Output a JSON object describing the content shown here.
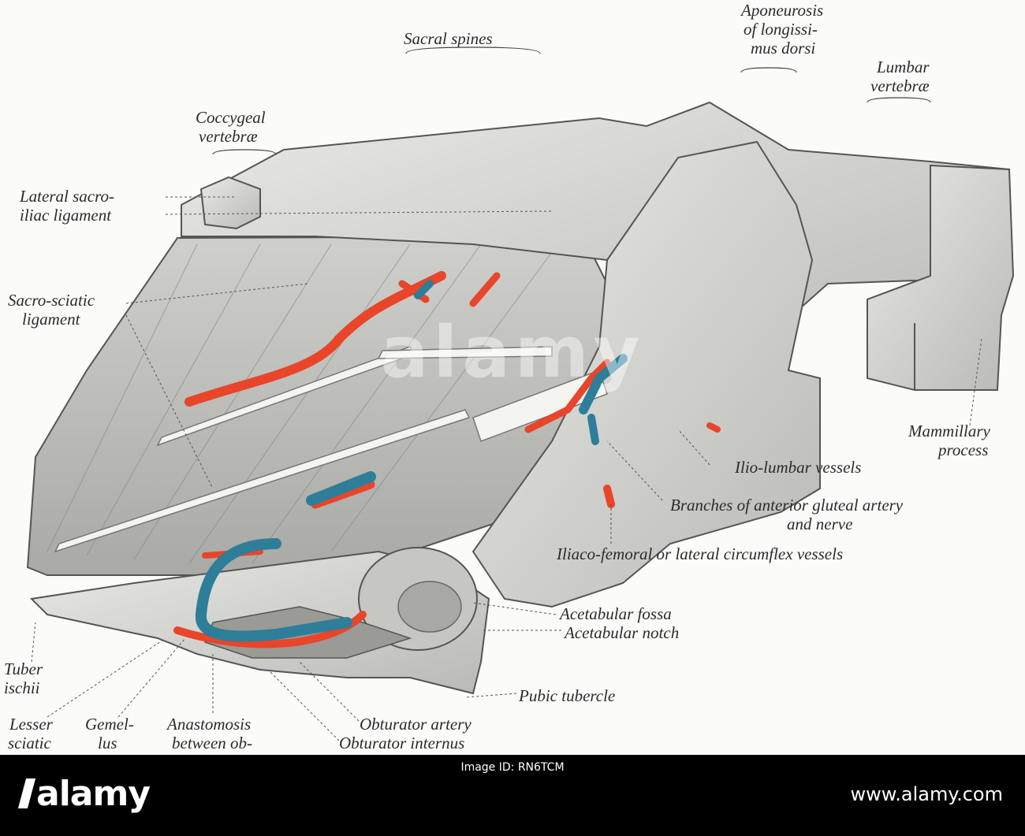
{
  "labels": {
    "sacral_spines": "Sacral spines",
    "aponeurosis": "Aponeurosis",
    "of_longissimus": "of longissi-",
    "mus_dorsi": "mus dorsi",
    "lumbar": "Lumbar",
    "vertebrae_lumbar": "vertebræ",
    "coccygeal": "Coccygeal",
    "vertebrae_coccygeal": "vertebræ",
    "lateral_sacro": "Lateral sacro-",
    "iliac_ligament": "iliac ligament",
    "sacro_sciatic": "Sacro-sciatic",
    "ligament": "ligament",
    "mammillary": "Mammillary",
    "process": "process",
    "ilio_lumbar": "Ilio-lumbar vessels",
    "branches_gluteal": "Branches of anterior gluteal artery",
    "and_nerve": "and nerve",
    "iliaco_femoral": "Iliaco-femoral or lateral circumflex vessels",
    "acetabular_fossa": "Acetabular fossa",
    "acetabular_notch": "Acetabular notch",
    "pubic_tubercle": "Pubic tubercle",
    "tuber": "Tuber",
    "ischii": "ischii",
    "lesser": "Lesser",
    "sciatic": "sciatic",
    "gemel": "Gemel-",
    "lus": "lus",
    "anastomosis": "Anastomosis",
    "between_ob": "between ob-",
    "obturator_artery": "Obturator artery",
    "obturator_internus": "Obturator internus"
  },
  "colors": {
    "artery": "#e8452a",
    "vein": "#2e7e9a",
    "bone": "#d6d6d2",
    "nerve": "#f2f2ee"
  },
  "footer": {
    "logo": "alamy",
    "image_id": "Image ID: RN6TCM",
    "url": "www.alamy.com"
  },
  "watermark": "alamy"
}
